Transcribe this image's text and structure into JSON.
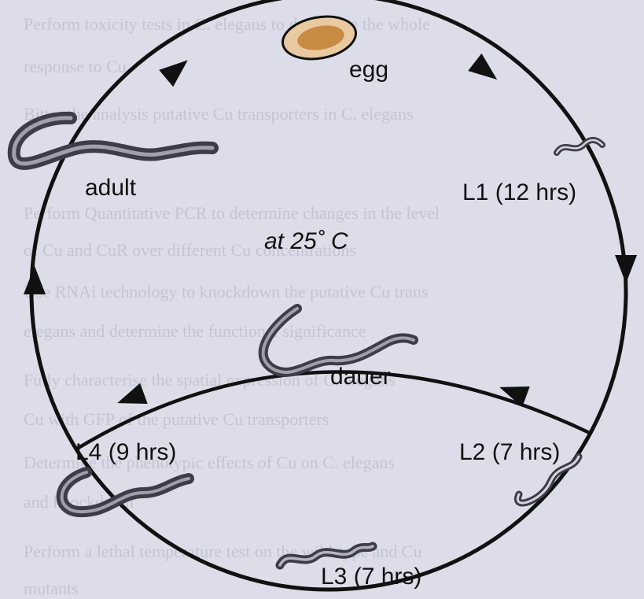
{
  "diagram": {
    "stages": {
      "egg": "egg",
      "l1": "L1 (12 hrs)",
      "l2": "L2 (7 hrs)",
      "l3": "L3 (7 hrs)",
      "l4": "L4 (9 hrs)",
      "adult": "adult",
      "dauer": "dauer"
    },
    "temperature": "at 25˚ C"
  },
  "colors": {
    "background": "#dcdde8",
    "line": "#111111",
    "worm": "#5a5866",
    "egg_shell": "#e9c9a0",
    "egg_yolk": "#c98a44"
  },
  "background_text": [
    "Perform toxicity tests in C. elegans to determine the whole",
    "response to Cu",
    "Bitter the analysis putative Cu transporters in C. elegans",
    "Perform Quantitative PCR to determine changes in the level",
    "of Cu and CuR over different Cu concentrations",
    "Use RNAi technology to knockdown the putative Cu trans",
    "elegans and determine the functional significance",
    "Fully characterise the spatial expression of C. elegans",
    "Cu with GFP of the putative Cu transporters",
    "Determine the phenotypic effects of Cu on C. elegans",
    "and knockdown",
    "Perform a lethal temperature test on the wild-type and Cu",
    "mutants"
  ]
}
